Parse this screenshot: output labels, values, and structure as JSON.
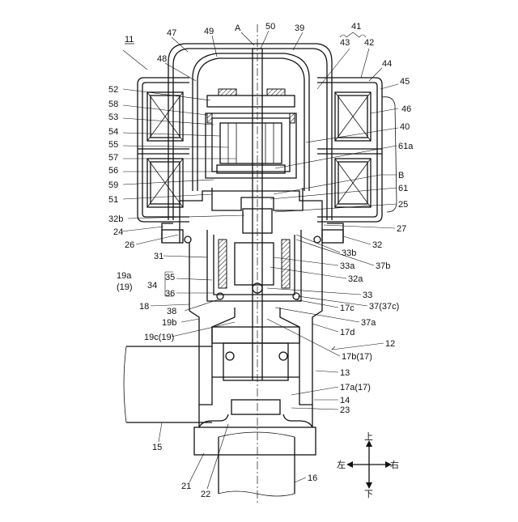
{
  "figure": {
    "ref_main": "11",
    "axis_label": "A",
    "section_label": "B",
    "directions": {
      "up": "上",
      "down": "下",
      "left": "左",
      "right": "右"
    }
  },
  "labels": {
    "l47": "47",
    "l49": "49",
    "l50": "50",
    "l39": "39",
    "l41": "41",
    "l43": "43",
    "l42": "42",
    "l48": "48",
    "l44": "44",
    "l45": "45",
    "l46": "46",
    "l40": "40",
    "l52": "52",
    "l58": "58",
    "l53": "53",
    "l54": "54",
    "l55": "55",
    "l57": "57",
    "l56": "56",
    "l59": "59",
    "l51": "51",
    "l61a": "61a",
    "l61": "61",
    "l25": "25",
    "l32b": "32b",
    "l24": "24",
    "l26": "26",
    "l27": "27",
    "l32": "32",
    "l33b": "33b",
    "l31": "31",
    "l37b": "37b",
    "l33a": "33a",
    "l32a": "32a",
    "l19a": "19a",
    "l19p": "(19)",
    "l35": "35",
    "l34": "34",
    "l36": "36",
    "l33": "33",
    "l18": "18",
    "l38": "38",
    "l17c": "17c",
    "l37c": "37(37c)",
    "l19b": "19b",
    "l37a": "37a",
    "l17d": "17d",
    "l19c": "19c(19)",
    "l12": "12",
    "l17b": "17b(17)",
    "l13": "13",
    "l17a": "17a(17)",
    "l14": "14",
    "l23": "23",
    "l15": "15",
    "l21": "21",
    "l22": "22",
    "l16": "16"
  }
}
